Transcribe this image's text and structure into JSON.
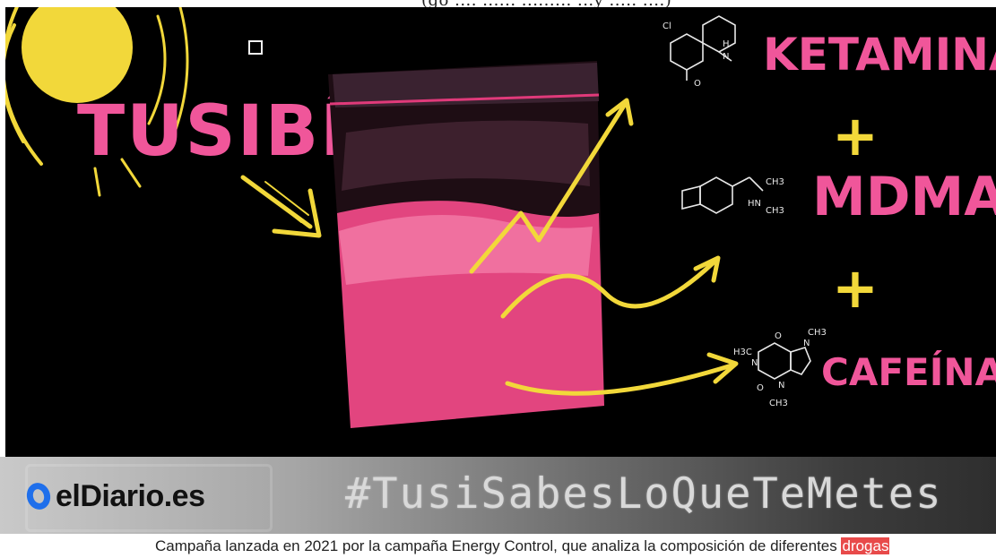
{
  "top_caption": {
    "text": "(go .... ...... ......... ...y ..... ....)"
  },
  "hero": {
    "brand_word": "TUSIBÍ",
    "ingredients": [
      {
        "name": "KETAMINA"
      },
      {
        "name": "MDMA"
      },
      {
        "name": "CAFEÍNA"
      }
    ],
    "plus_sign": "+",
    "molecule_labels": {
      "ketamine": [
        "Cl",
        "H",
        "N",
        "O"
      ],
      "mdma": [
        "CH3",
        "HN",
        "CH3"
      ],
      "caffeine": [
        "H3C",
        "N",
        "N",
        "N",
        "O",
        "O",
        "CH3",
        "CH3"
      ]
    },
    "colors": {
      "pink": "#f0569a",
      "yellow": "#f2d83a",
      "background": "#000000"
    }
  },
  "brand_band": {
    "logo_text": "elDiario.es",
    "hashtag": "#TusiSabesLoQueTeMetes",
    "logo_color": "#1f6feb"
  },
  "caption": {
    "text": "Campaña lanzada en 2021 por la campaña Energy Control, que analiza la composición de diferentes ",
    "highlight": "drogas"
  }
}
